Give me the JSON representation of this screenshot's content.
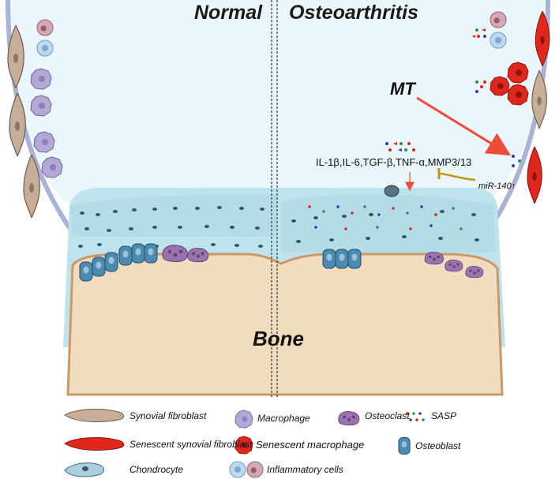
{
  "panels": {
    "normal_label": "Normal",
    "oa_label": "Osteoarthritis"
  },
  "annotations": {
    "mt": "MT",
    "cytokines": "IL-1β,IL-6,TGF-β,TNF-α,MMP3/13",
    "mirna": "miR-140↑",
    "bone": "Bone"
  },
  "legend": {
    "synovial_fibroblast": "Synovial fibroblast",
    "macrophage": "Macrophage",
    "osteoclast": "Osteoclast",
    "sasp": "SASP",
    "senescent_synovial_fibroblast": "Senescent synovial fibroblast",
    "senescent_macrophage": "Senescent macrophage",
    "osteoblast": "Osteoblast",
    "chondrocyte": "Chondrocyte",
    "inflammatory_cells": "Inflammatory cells"
  },
  "colors": {
    "joint_fluid": "#eaf6f9",
    "capsule_line": "#a9b3d6",
    "cartilage": "#bfe3ec",
    "bone": "#f2dcc0",
    "bone_edge": "#c99a68",
    "fibroblast": "#c7ae98",
    "macrophage": "#b4a9d6",
    "osteoclast": "#9a72ad",
    "osteoblast": "#4d8ab0",
    "senescent": "#e0271d",
    "arrow": "#ef4b3c",
    "inhibit": "#b79b19"
  }
}
